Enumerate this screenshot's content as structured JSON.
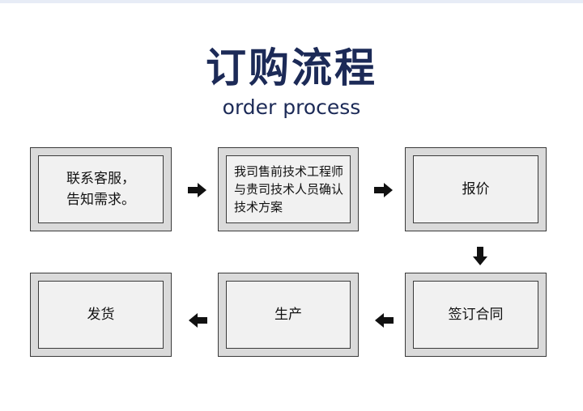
{
  "header": {
    "title_cn": "订购流程",
    "title_en": "order process"
  },
  "steps": [
    {
      "label": "联系客服，\n告知需求。"
    },
    {
      "label": "我司售前技术工程师\n与贵司技术人员确认\n技术方案"
    },
    {
      "label": "报价"
    },
    {
      "label": "签订合同"
    },
    {
      "label": "生产"
    },
    {
      "label": "发货"
    }
  ],
  "colors": {
    "title": "#1c2a57",
    "box_outer": "#dadada",
    "box_inner": "#f1f1f1",
    "border": "#3a3a3a",
    "arrow": "#111111"
  }
}
